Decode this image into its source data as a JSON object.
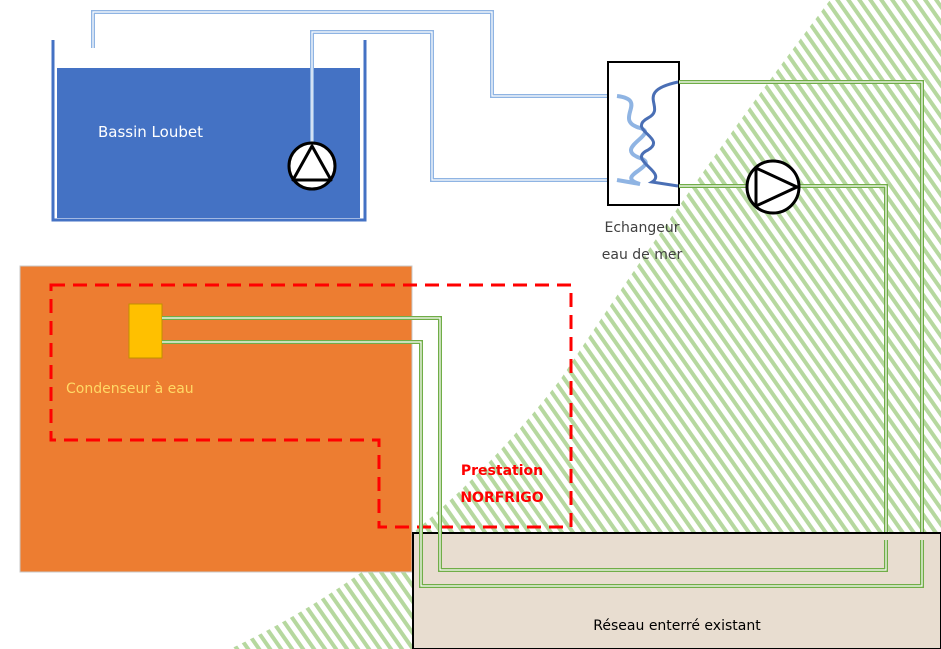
{
  "labels": {
    "basin": "Bassin Loubet",
    "exchanger_line1": "Echangeur",
    "exchanger_line2": "eau de mer",
    "condenser": "Condenseur à eau",
    "service_line1": "Prestation",
    "service_line2": "NORFRIGO",
    "network": "Réseau enterré existant"
  },
  "colors": {
    "basin_fill": "#4472c4",
    "building_fill": "#ed7d31",
    "condenser_fill": "#ffc000",
    "condenser_text": "#ffd966",
    "service_dash": "#ff0000",
    "ground_fill": "#e8ddd0",
    "seawater_pipe": "#8fb4e3",
    "network_pipe": "#70ad47",
    "hatch": "#a9d18e"
  },
  "icons": {
    "basin_pump": "pump-icon",
    "network_pump": "pump-icon",
    "exchanger": "heat-exchanger-icon"
  }
}
